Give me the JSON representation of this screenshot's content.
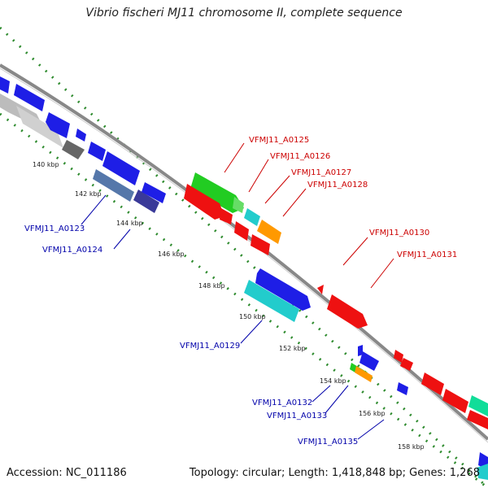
{
  "title": "Vibrio fischeri MJ11 chromosome II, complete sequence",
  "footer": {
    "accession": "Accession: NC_011186",
    "topology": "Topology: circular; Length: 1,418,848 bp; Genes: 1,268"
  },
  "colors": {
    "backbone": "#888888",
    "tick_dots": "#2e8b2e",
    "forward_strand_label": "#cc0000",
    "reverse_strand_label": "#0000aa",
    "blue_gene": "#1e1ee6",
    "red_gene": "#ee1111",
    "green_gene": "#22cc22",
    "cyan_gene": "#22cccc",
    "orange_gene": "#ff9900",
    "gray_gene": "#bbbbbb",
    "teal_gene": "#11dd99"
  },
  "ticks": [
    {
      "label": "140 kbp"
    },
    {
      "label": "142 kbp"
    },
    {
      "label": "144 kbp"
    },
    {
      "label": "146 kbp"
    },
    {
      "label": "148 kbp"
    },
    {
      "label": "150 kbp"
    },
    {
      "label": "152 kbp"
    },
    {
      "label": "154 kbp"
    },
    {
      "label": "156 kbp"
    },
    {
      "label": "158 kbp"
    }
  ],
  "gene_labels": [
    {
      "text": "VFMJ11_A0123",
      "strand": "reverse"
    },
    {
      "text": "VFMJ11_A0124",
      "strand": "reverse"
    },
    {
      "text": "VFMJ11_A0125",
      "strand": "forward"
    },
    {
      "text": "VFMJ11_A0126",
      "strand": "forward"
    },
    {
      "text": "VFMJ11_A0127",
      "strand": "forward"
    },
    {
      "text": "VFMJ11_A0128",
      "strand": "forward"
    },
    {
      "text": "VFMJ11_A0129",
      "strand": "reverse"
    },
    {
      "text": "VFMJ11_A0130",
      "strand": "forward"
    },
    {
      "text": "VFMJ11_A0131",
      "strand": "forward"
    },
    {
      "text": "VFMJ11_A0132",
      "strand": "reverse"
    },
    {
      "text": "VFMJ11_A0133",
      "strand": "reverse"
    },
    {
      "text": "VFMJ11_A0135",
      "strand": "reverse"
    }
  ]
}
